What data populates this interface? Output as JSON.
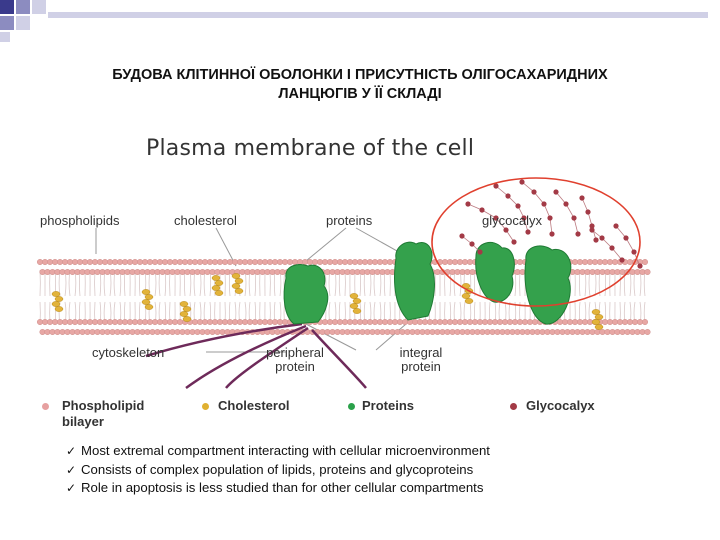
{
  "slide": {
    "title_line1": "БУДОВА КЛІТИННОЇ ОБОЛОНКИ І ПРИСУТНІСТЬ ОЛІГОСАХАРИДНИХ",
    "title_line2": "ЛАНЦЮГІВ У ЇЇ СКЛАДІ"
  },
  "figure": {
    "title": "Plasma membrane of the cell",
    "labels": {
      "phospholipids": "phospholipids",
      "cholesterol": "cholesterol",
      "proteins": "proteins",
      "glycocalyx": "glycocalyx",
      "cytoskeleton": "cytoskeleton",
      "peripheral_line1": "peripheral",
      "peripheral_line2": "protein",
      "integral_line1": "integral",
      "integral_line2": "protein"
    }
  },
  "legend": [
    {
      "line1": "Phospholipid",
      "line2": "bilayer",
      "color": "#e6a0a0"
    },
    {
      "line1": "Cholesterol",
      "line2": "",
      "color": "#e0b030"
    },
    {
      "line1": "Proteins",
      "line2": "",
      "color": "#2aa14a"
    },
    {
      "line1": "Glycocalyx",
      "line2": "",
      "color": "#a33a46"
    }
  ],
  "bullets": [
    "Most extremal compartment interacting with cellular microenvironment",
    "Consists of complex population of lipids, proteins and glycoproteins",
    "Role in apoptosis is less studied than for other cellular compartments"
  ],
  "bullet_icon": "checkmark-icon",
  "colors": {
    "deco_dark": "#3a3a8c",
    "deco_mid": "#8c8cc0",
    "deco_light": "#d0d0e6",
    "protein": "#34a14c",
    "lipid_head": "#e7a7a4",
    "cholesterol": "#e2b33a",
    "glycocalyx": "#a33a46",
    "highlight_circle": "#e0402e"
  }
}
